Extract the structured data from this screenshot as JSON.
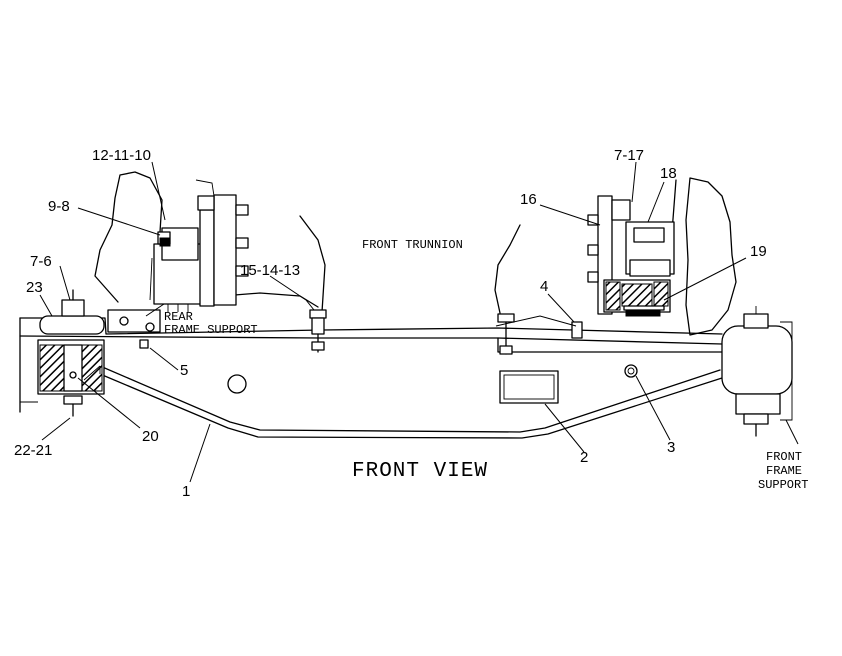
{
  "diagram": {
    "view_title": "FRONT VIEW",
    "notes": {
      "front_trunnion": "FRONT TRUNNION",
      "rear_frame_support_1": "REAR",
      "rear_frame_support_2": "FRAME SUPPORT",
      "front_frame_support_1": "FRONT",
      "front_frame_support_2": "FRAME",
      "front_frame_support_3": "SUPPORT"
    },
    "callouts": {
      "c_12_11_10": "12-11-10",
      "c_9_8": "9-8",
      "c_7_6": "7-6",
      "c_23": "23",
      "c_15_14_13": "15-14-13",
      "c_16": "16",
      "c_7_17": "7-17",
      "c_18": "18",
      "c_19": "19",
      "c_4": "4",
      "c_5": "5",
      "c_20": "20",
      "c_22_21": "22-21",
      "c_1": "1",
      "c_2": "2",
      "c_3": "3"
    }
  }
}
